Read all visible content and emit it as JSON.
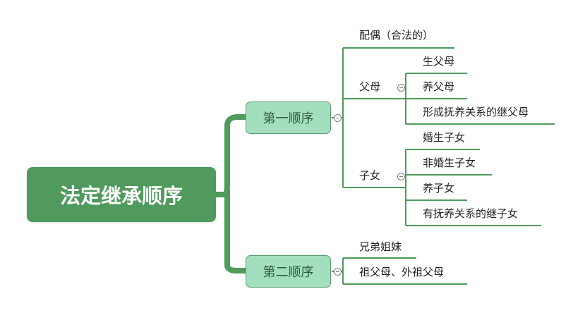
{
  "root": {
    "label": "法定继承顺序"
  },
  "colors": {
    "root_fill": "#4f9a5c",
    "main_fill": "#a3dfbe",
    "line": "#4f9a5c"
  },
  "branches": [
    {
      "label": "第一顺序",
      "children": [
        {
          "label": "配偶（合法的）"
        },
        {
          "label": "父母",
          "children": [
            "生父母",
            "养父母",
            "形成抚养关系的继父母"
          ]
        },
        {
          "label": "子女",
          "children": [
            "婚生子女",
            "非婚生子女",
            "养子女",
            "有抚养关系的继子女"
          ]
        }
      ]
    },
    {
      "label": "第二顺序",
      "children": [
        {
          "label": "兄弟姐妹"
        },
        {
          "label": "祖父母、外祖父母"
        }
      ]
    }
  ],
  "icons": {
    "collapse": "collapse-minus-icon"
  }
}
